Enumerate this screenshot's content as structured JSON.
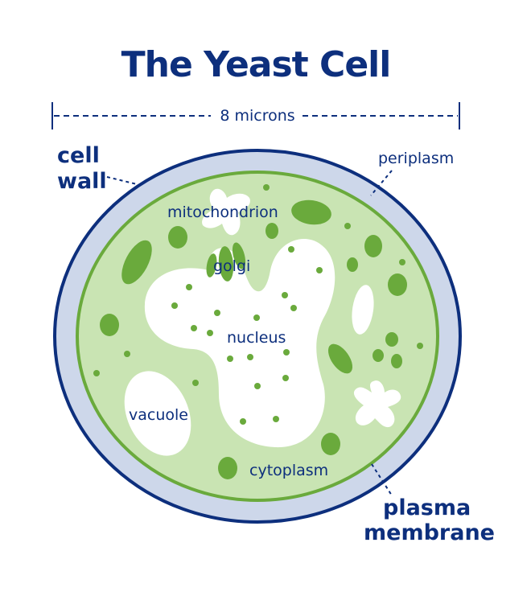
{
  "title": "The Yeast Cell",
  "scale_label": "8 microns",
  "labels": {
    "cell_wall_line1": "cell",
    "cell_wall_line2": "wall",
    "periplasm": "periplasm",
    "mitochondrion": "mitochondrion",
    "golgi": "golgi",
    "nucleus": "nucleus",
    "vacuole": "vacuole",
    "cytoplasm": "cytoplasm",
    "plasma_membrane_line1": "plasma",
    "plasma_membrane_line2": "membrane"
  },
  "colors": {
    "navy": "#0d2f7d",
    "wall_fill": "#cdd7ea",
    "cytoplasm_fill": "#c9e4b3",
    "membrane_green": "#6aaa3c",
    "organelle_green": "#6aaa3c",
    "white": "#ffffff"
  }
}
